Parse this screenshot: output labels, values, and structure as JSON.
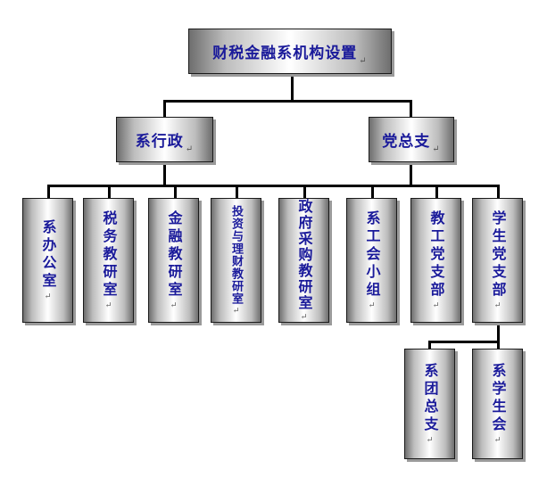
{
  "root": {
    "label": "财税金融系机构设置"
  },
  "branches": [
    {
      "label": "系行政"
    },
    {
      "label": "党总支"
    }
  ],
  "units": [
    {
      "label": "系办公室"
    },
    {
      "label": "税务教研室"
    },
    {
      "label": "金融教研室"
    },
    {
      "label": "投资与理财教研室"
    },
    {
      "label": "政府采购教研室"
    },
    {
      "label": "系工会小组"
    },
    {
      "label": "教工党支部"
    },
    {
      "label": "学生党支部"
    }
  ],
  "subunits": [
    {
      "label": "系团总支"
    },
    {
      "label": "系学生会"
    }
  ],
  "paragraph_mark": "↵",
  "colors": {
    "text": "#1a1a9a",
    "border": "#1a1a1a",
    "line": "#000000"
  }
}
